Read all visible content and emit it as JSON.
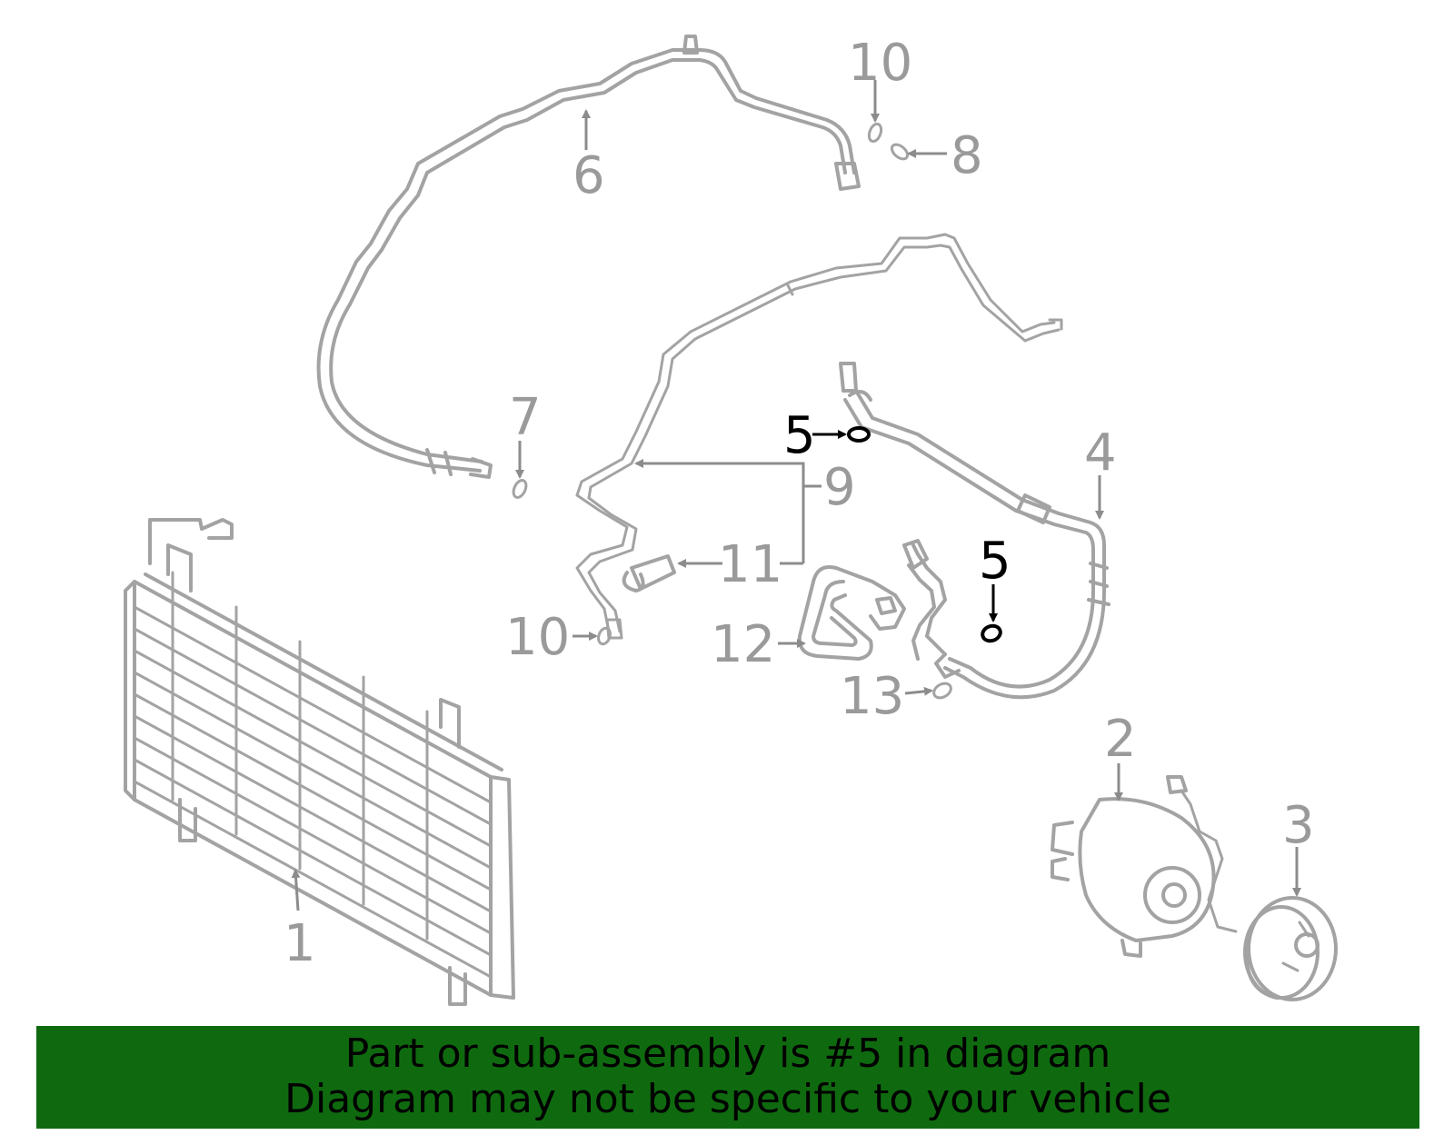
{
  "callouts": {
    "c1": "1",
    "c2": "2",
    "c3": "3",
    "c4": "4",
    "c5a": "5",
    "c5b": "5",
    "c6": "6",
    "c7": "7",
    "c8": "8",
    "c9": "9",
    "c10a": "10",
    "c10b": "10",
    "c11": "11",
    "c12": "12",
    "c13": "13"
  },
  "highlight_color": "#000000",
  "part_color": "#a3a3a3",
  "banner": {
    "background": "#0f6a0f",
    "line1": "Part or sub-assembly is #5 in diagram",
    "line2": "Diagram may not be specific to your vehicle"
  }
}
